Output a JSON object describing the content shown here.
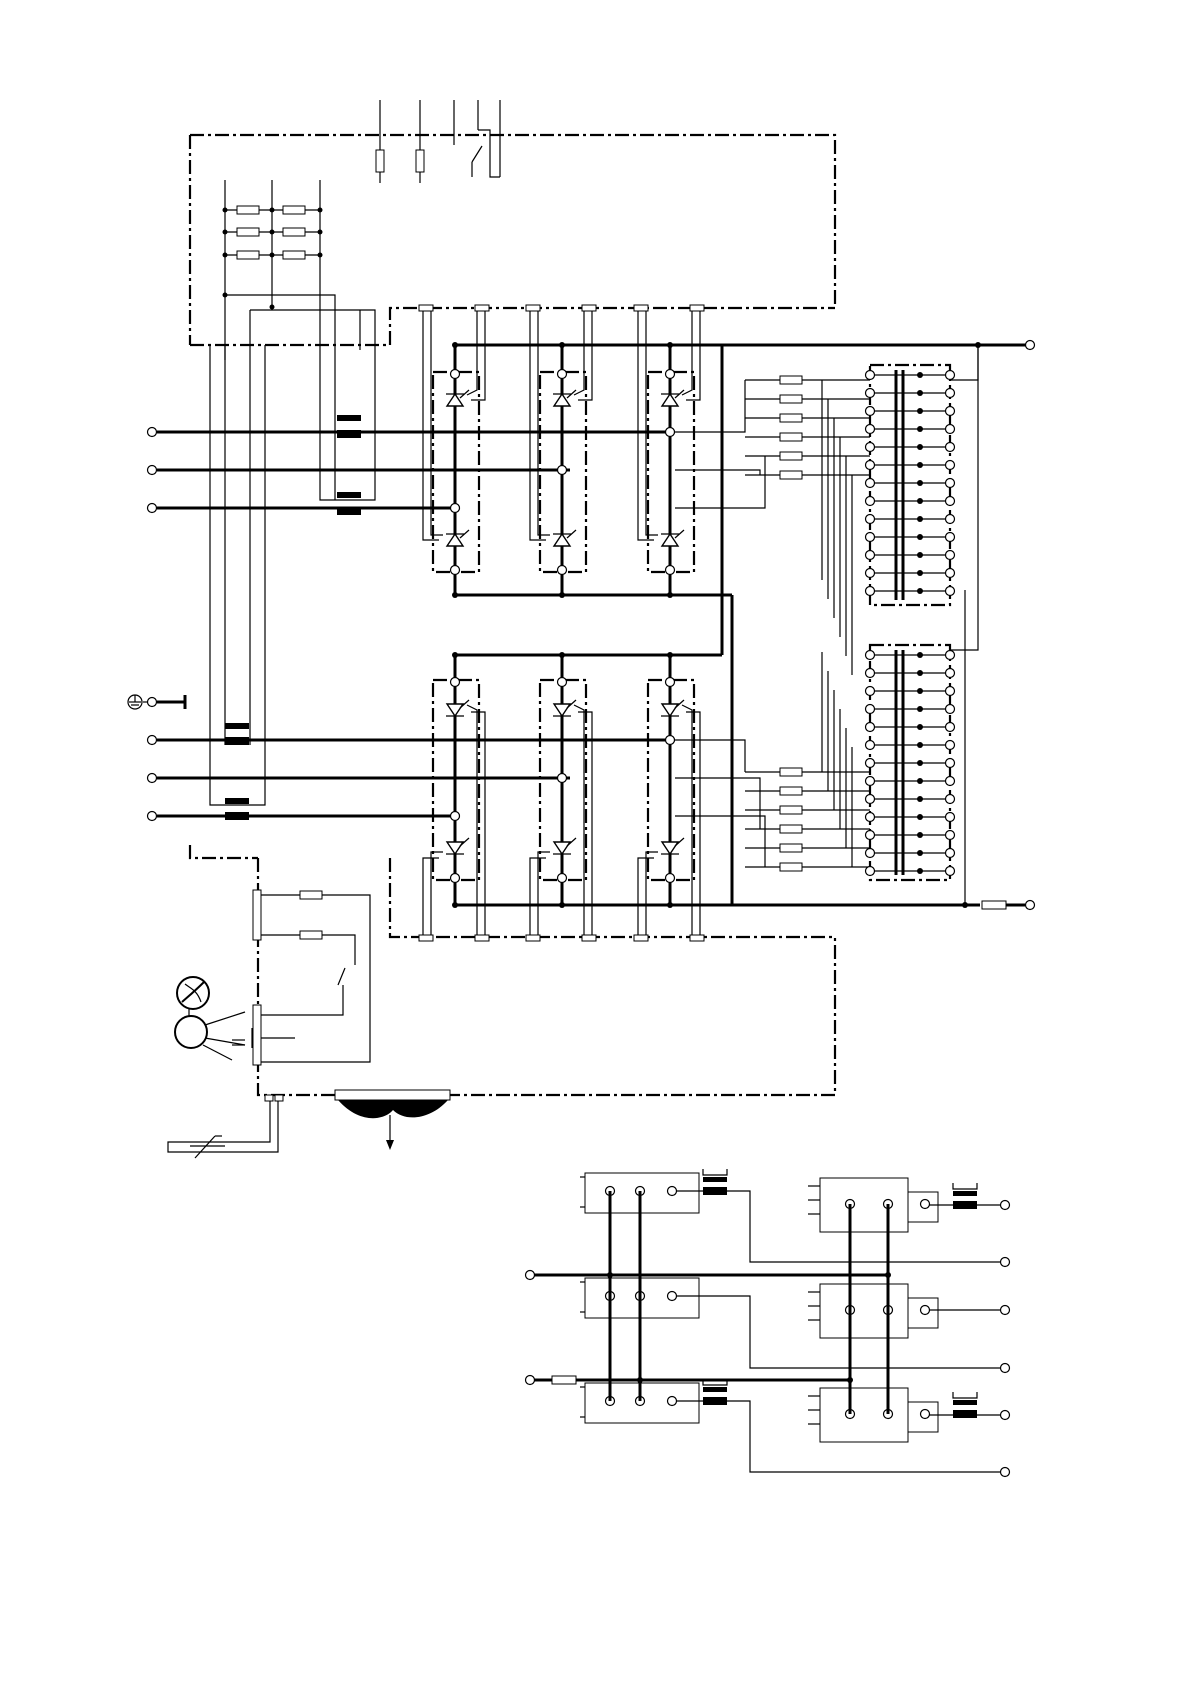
{
  "document": {
    "kind": "electrical-schematic",
    "text_labels": []
  },
  "symbols": {
    "terminal": "open-circle-terminal",
    "junction": "filled-dot-junction",
    "resistor": "rectangle-resistor",
    "fuse": "rectangle-fuse",
    "thyristor": "triangle-thyristor",
    "current_transformer": "bar-current-transformer",
    "ground": "earth-ground-icon",
    "motor": "circle-motor-icon",
    "fan": "circle-fan-icon",
    "heatsink": "finned-heatsink",
    "thermistor": "variable-resistor-thermistor"
  },
  "colors": {
    "ink": "#000000",
    "paper": "#ffffff"
  }
}
